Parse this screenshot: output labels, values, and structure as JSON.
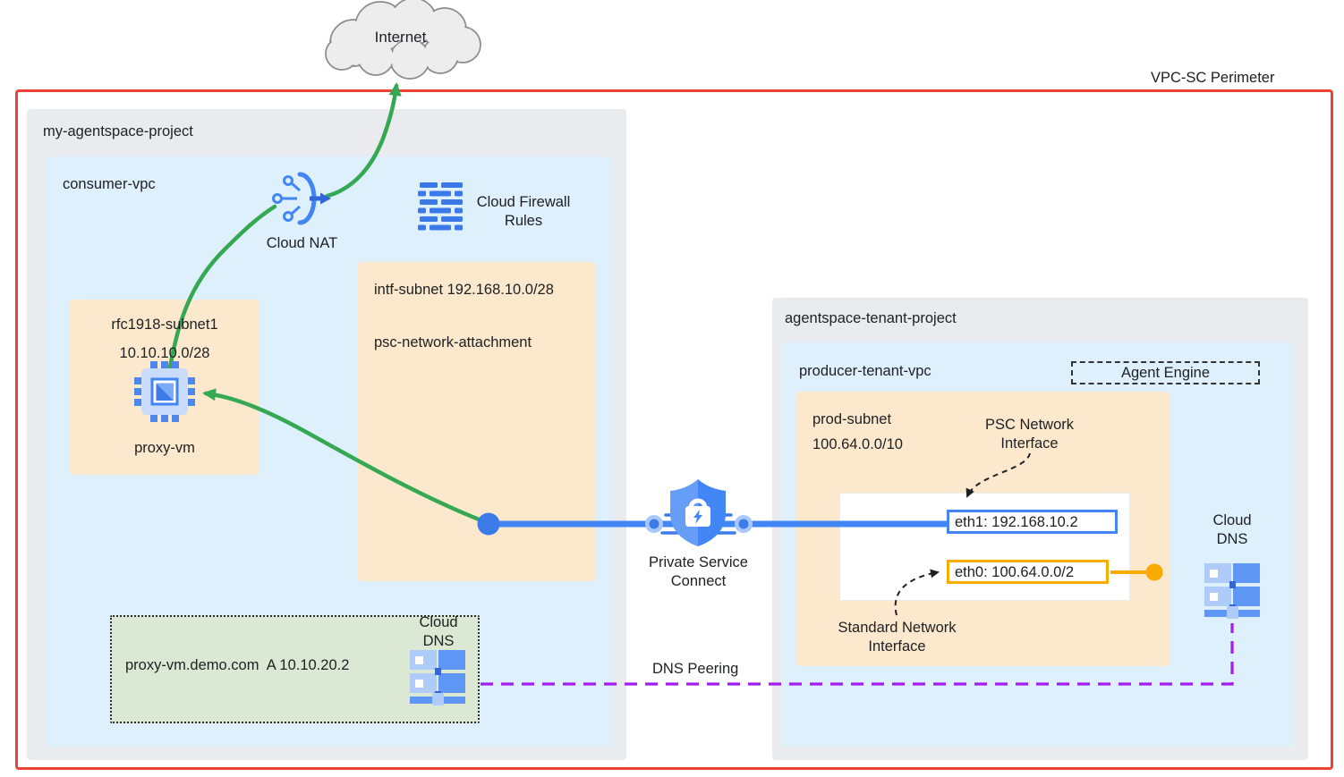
{
  "diagram": {
    "perimeter_label": "VPC-SC Perimeter",
    "internet_label": "Internet",
    "dns_peering_label": "DNS Peering",
    "psc_label_line1": "Private Service",
    "psc_label_line2": "Connect"
  },
  "consumer_project": {
    "title": "my-agentspace-project",
    "vpc_title": "consumer-vpc",
    "cloud_nat_label": "Cloud NAT",
    "firewall_label_line1": "Cloud Firewall",
    "firewall_label_line2": "Rules",
    "intf_subnet_line1": "intf-subnet 192.168.10.0/28",
    "intf_subnet_line2": "psc-network-attachment",
    "rfc_subnet_name": "rfc1918-subnet1",
    "rfc_subnet_cidr": "10.10.10.0/28",
    "proxy_vm_label": "proxy-vm",
    "dns_zone_title_line1": "Cloud",
    "dns_zone_title_line2": "DNS",
    "dns_record": "proxy-vm.demo.com  A 10.10.20.2"
  },
  "tenant_project": {
    "title": "agentspace-tenant-project",
    "vpc_title": "producer-tenant-vpc",
    "agent_engine_label": "Agent Engine",
    "prod_subnet_name": "prod-subnet",
    "prod_subnet_cidr": "100.64.0.0/10",
    "psc_nic_line1": "PSC Network",
    "psc_nic_line2": "Interface",
    "std_nic_line1": "Standard Network",
    "std_nic_line2": "Interface",
    "eth1_label": "eth1: 192.168.10.2",
    "eth0_label": "eth0: 100.64.0.0/2",
    "cloud_dns_line1": "Cloud",
    "cloud_dns_line2": "DNS"
  },
  "colors": {
    "perimeter_red": "#EA4335",
    "project_gray": "#E9EBEE",
    "vpc_blue": "#DEF0FC",
    "subnet_cream": "#FCE8CC",
    "dns_zone_green": "#DBE8D3",
    "arrow_green": "#34A853",
    "line_blue": "#4285F4",
    "peering_purple": "#A31CF0",
    "eth0_yellow": "#F9AB00"
  }
}
